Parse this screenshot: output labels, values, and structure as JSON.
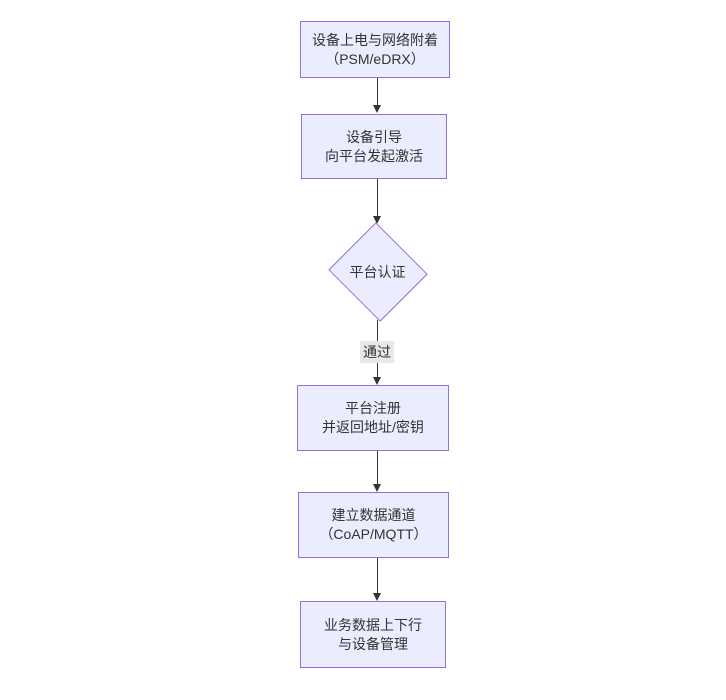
{
  "diagram": {
    "type": "flowchart",
    "direction": "top-down",
    "colors": {
      "background": "#ffffff",
      "node_fill": "#ECECFF",
      "node_border": "#9370DB",
      "node_text": "#333333",
      "arrow": "#333333",
      "edge_label_bg": "#e8e8e8"
    },
    "nodes": [
      {
        "id": "power-attach",
        "shape": "rect",
        "line1": "设备上电与网络附着",
        "line2": "（PSM/eDRX）"
      },
      {
        "id": "bootstrap",
        "shape": "rect",
        "line1": "设备引导",
        "line2": "向平台发起激活"
      },
      {
        "id": "auth",
        "shape": "diamond",
        "line1": "平台认证",
        "line2": ""
      },
      {
        "id": "register",
        "shape": "rect",
        "line1": "平台注册",
        "line2": "并返回地址/密钥"
      },
      {
        "id": "channel",
        "shape": "rect",
        "line1": "建立数据通道",
        "line2": "（CoAP/MQTT）"
      },
      {
        "id": "business",
        "shape": "rect",
        "line1": "业务数据上下行",
        "line2": "与设备管理"
      }
    ],
    "edges": [
      {
        "from": "power-attach",
        "to": "bootstrap",
        "label": ""
      },
      {
        "from": "bootstrap",
        "to": "auth",
        "label": ""
      },
      {
        "from": "auth",
        "to": "register",
        "label": "通过"
      },
      {
        "from": "register",
        "to": "channel",
        "label": ""
      },
      {
        "from": "channel",
        "to": "business",
        "label": ""
      }
    ]
  }
}
